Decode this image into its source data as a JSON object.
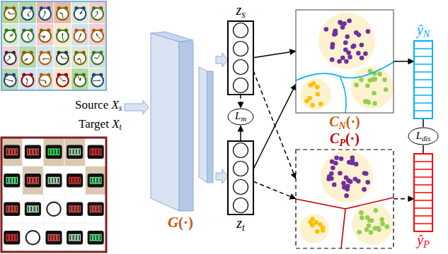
{
  "diagram": {
    "nodes": [
      {
        "text": [
          "G(·)"
        ]
      },
      {
        "text": [
          "zs"
        ]
      },
      {
        "text": [
          "zt"
        ]
      },
      {
        "text": [
          "Lm"
        ]
      },
      {
        "text": [
          "CN(·)"
        ]
      },
      {
        "text": [
          "CP(·)"
        ]
      },
      {
        "text": [
          "ŷN"
        ]
      },
      {
        "text": [
          "Ldis"
        ]
      },
      {
        "text": [
          "ŷP"
        ]
      }
    ],
    "edges": [
      {
        "from": 0,
        "to": 1,
        "arrow": "to"
      },
      {
        "from": 0,
        "to": 2,
        "arrow": "to"
      },
      {
        "from": 1,
        "to": 3,
        "arrow": "to"
      },
      {
        "from": 2,
        "to": 3,
        "arrow": "to"
      },
      {
        "from": 1,
        "to": 4,
        "arrow": "to"
      },
      {
        "from": 1,
        "to": 5,
        "arrow": "to"
      },
      {
        "from": 2,
        "to": 4,
        "arrow": "to"
      },
      {
        "from": 2,
        "to": 5,
        "arrow": "to"
      },
      {
        "from": 4,
        "to": 6,
        "arrow": "to"
      },
      {
        "from": 5,
        "to": 8,
        "arrow": "to"
      },
      {
        "from": 6,
        "to": 7,
        "arrow": "none"
      },
      {
        "from": 8,
        "to": 7,
        "arrow": "none"
      }
    ],
    "labels": [
      "Source Xs",
      "Target Xt"
    ]
  }
}
